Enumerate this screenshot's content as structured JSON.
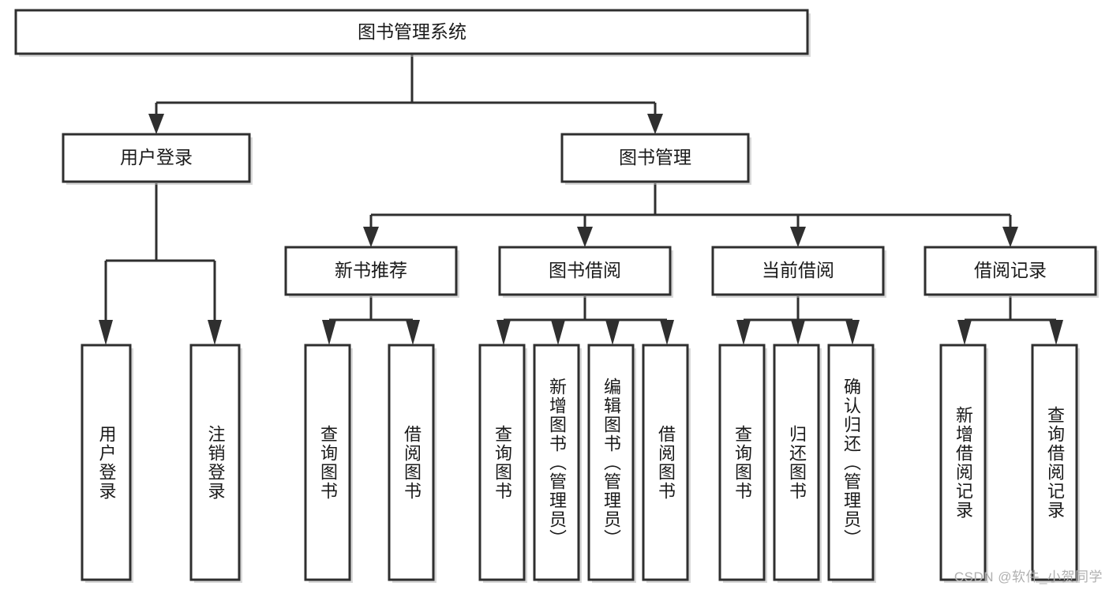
{
  "diagram": {
    "type": "tree-hierarchy",
    "title": "图书管理系统",
    "orientation": "top-down",
    "watermark": "CSDN @软件_小贺同学",
    "root": {
      "label": "图书管理系统",
      "level": 1
    },
    "level2": [
      {
        "label": "用户登录"
      },
      {
        "label": "图书管理"
      }
    ],
    "level3": [
      {
        "label": "新书推荐",
        "parent": "图书管理"
      },
      {
        "label": "图书借阅",
        "parent": "图书管理"
      },
      {
        "label": "当前借阅",
        "parent": "图书管理"
      },
      {
        "label": "借阅记录",
        "parent": "图书管理"
      }
    ],
    "leaves": {
      "user_login": [
        {
          "label": "用户登录"
        },
        {
          "label": "注销登录"
        }
      ],
      "new_book": [
        {
          "label": "查询图书"
        },
        {
          "label": "借阅图书"
        }
      ],
      "book_borrow": [
        {
          "label": "查询图书"
        },
        {
          "label": "新增图书（管理员）"
        },
        {
          "label": "编辑图书（管理员）"
        },
        {
          "label": "借阅图书"
        }
      ],
      "current_borrow": [
        {
          "label": "查询图书"
        },
        {
          "label": "归还图书"
        },
        {
          "label": "确认归还（管理员）"
        }
      ],
      "borrow_record": [
        {
          "label": "新增借阅记录"
        },
        {
          "label": "查询借阅记录"
        }
      ]
    },
    "colors": {
      "stroke": "#2f2f2f",
      "fill": "#ffffff",
      "text": "#1a1a1a",
      "watermark": "#b0b0b0"
    }
  }
}
